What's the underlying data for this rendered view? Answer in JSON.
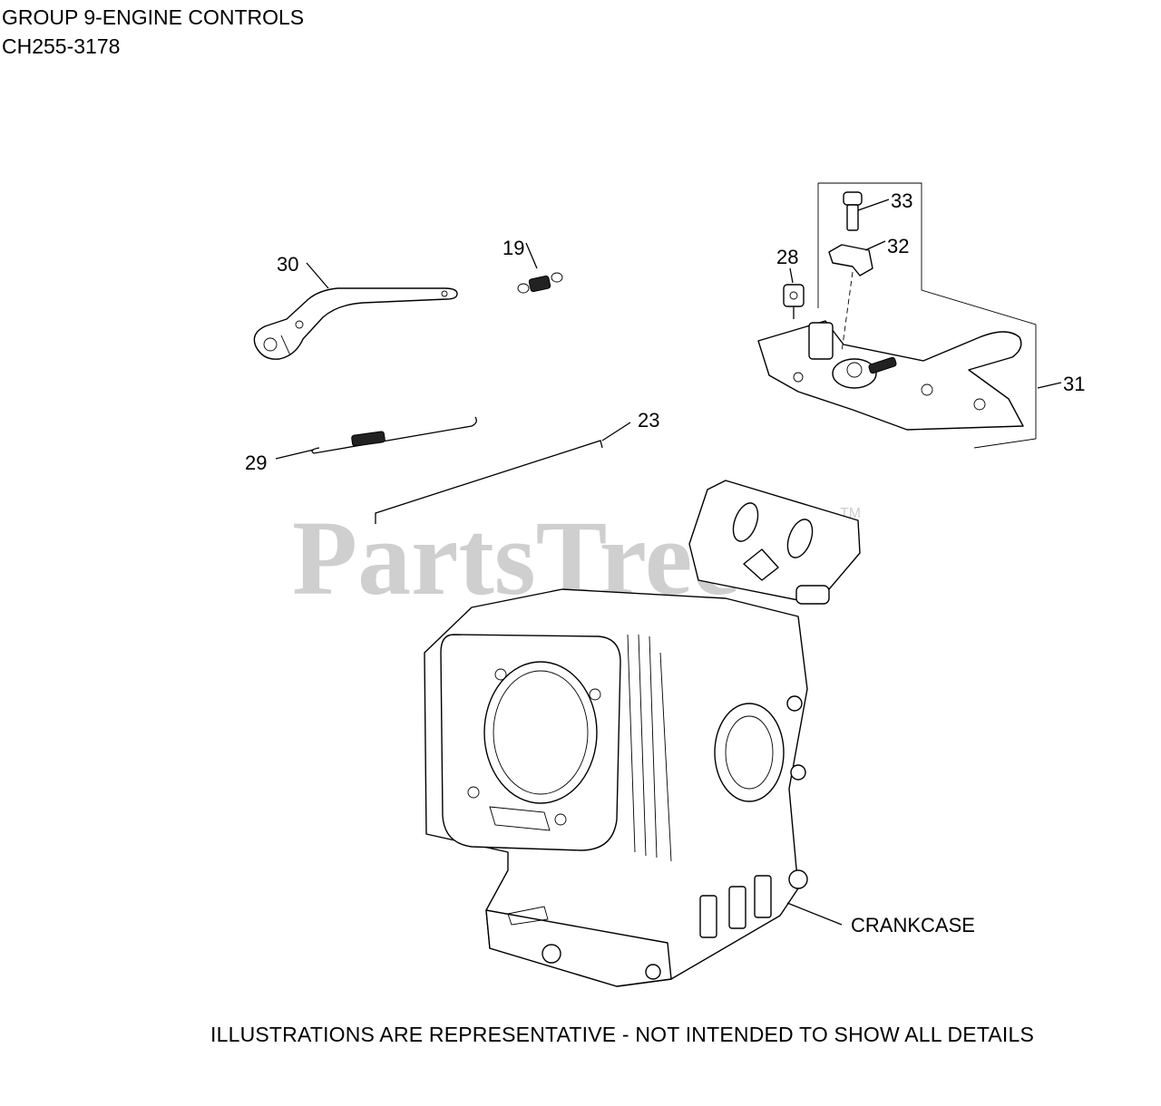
{
  "header": {
    "title": "GROUP 9-ENGINE CONTROLS",
    "model_code": "CH255-3178"
  },
  "watermark": {
    "brand": "PartsTree",
    "tm": "TM"
  },
  "callouts": {
    "c19": "19",
    "c23": "23",
    "c28": "28",
    "c29": "29",
    "c30": "30",
    "c31": "31",
    "c32": "32",
    "c33": "33",
    "crankcase": "CRANKCASE"
  },
  "footer": {
    "disclaimer": "ILLUSTRATIONS ARE REPRESENTATIVE - NOT INTENDED TO SHOW ALL DETAILS"
  }
}
